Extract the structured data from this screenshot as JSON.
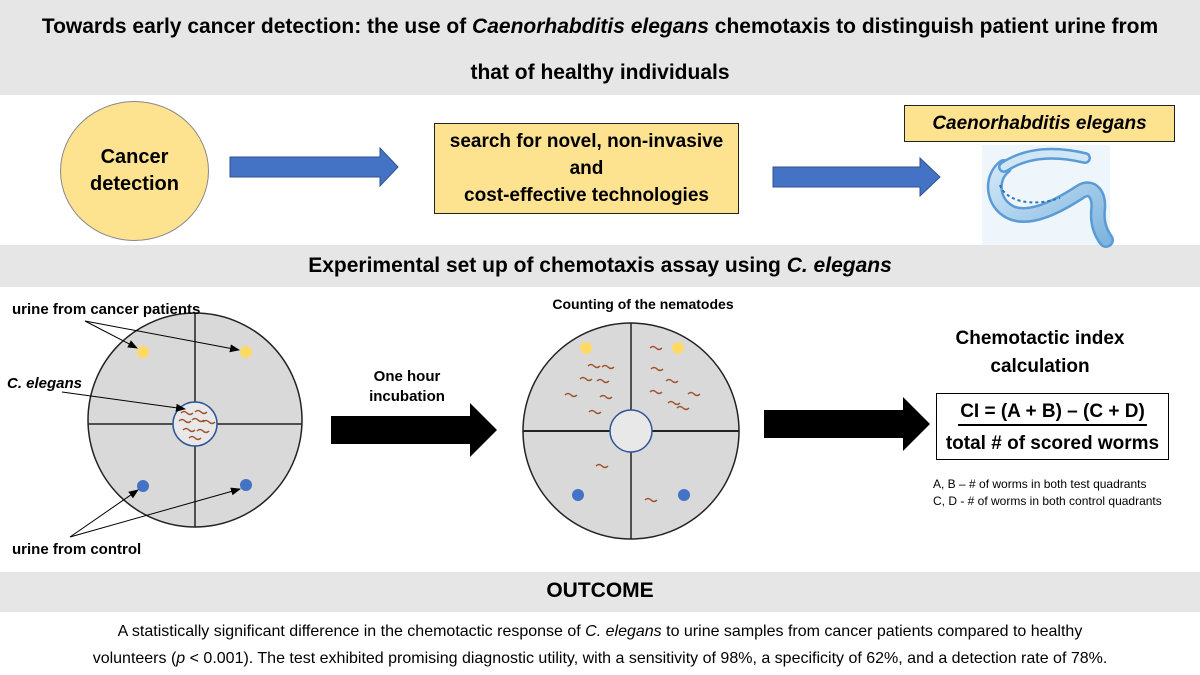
{
  "title": {
    "line1_prefix": "Towards early cancer detection: the use of ",
    "line1_italic": "Caenorhabditis elegans",
    "line1_suffix": " chemotaxis to distinguish patient urine from",
    "line2": "that of healthy individuals"
  },
  "top_row": {
    "cancer_line1": "Cancer",
    "cancer_line2": "detection",
    "search_line1": "search for novel, non-invasive",
    "search_line2": "and",
    "search_line3": "cost-effective technologies",
    "organism_label": "Caenorhabditis elegans"
  },
  "setup": {
    "heading_prefix": "Experimental set up of chemotaxis assay using ",
    "heading_italic": "C. elegans",
    "label_cancer_urine": "urine from cancer patients",
    "label_celegans": "C. elegans",
    "label_control_urine": "urine from control",
    "incubation_line1": "One hour",
    "incubation_line2": "incubation",
    "counting_label": "Counting of the nematodes",
    "ci_heading_line1": "Chemotactic index",
    "ci_heading_line2": "calculation",
    "formula_numerator": "CI = (A + B) – (C + D)",
    "formula_denominator": "total # of scored worms",
    "legend_line1": "A, B – # of worms in both test quadrants",
    "legend_line2": "C, D - # of worms in both control quadrants"
  },
  "outcome": {
    "heading": "OUTCOME",
    "text_p1": "A statistically significant difference in the chemotactic response of ",
    "text_italic1": "C. elegans",
    "text_p2": " to urine samples from cancer patients compared to healthy",
    "text_p3": "volunteers (",
    "text_italic2": "p",
    "text_p4": " < 0.001). The test exhibited promising diagnostic utility, with a sensitivity of 98%, a specificity of 62%, and a detection rate of 78%."
  },
  "colors": {
    "band_gray": "#e6e6e6",
    "yellow_fill": "#fde290",
    "blue_arrow": "#4472c4",
    "plate_gray": "#d9d9d9",
    "test_dot": "#ffd966",
    "control_dot": "#4472c4",
    "worm_color": "#a0522d"
  }
}
